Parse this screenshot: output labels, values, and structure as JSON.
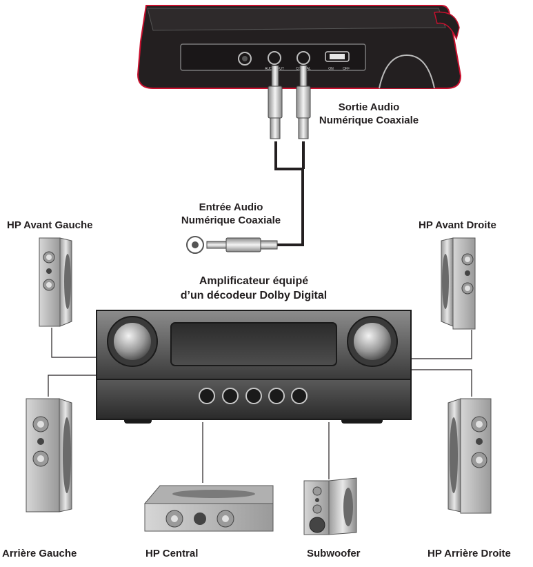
{
  "labels": {
    "sortie_audio_line1": "Sortie Audio",
    "sortie_audio_line2": "Numérique Coaxiale",
    "entree_audio_line1": "Entrée Audio",
    "entree_audio_line2": "Numérique Coaxiale",
    "amplifier_line1": "Amplificateur équipé",
    "amplifier_line2": "d’un décodeur Dolby Digital",
    "front_left": "HP Avant Gauche",
    "front_right": "HP Avant Droite",
    "rear_left": "Arrière Gauche",
    "rear_right": "HP Arrière Droite",
    "center": "HP Central",
    "subwoofer": "Subwoofer"
  },
  "player_panel": {
    "jack1": "AUDIO OUT",
    "jack2": "COAXIAL",
    "switch_on": "ON",
    "switch_off": "OFF"
  },
  "colors": {
    "player_body": "#231f20",
    "player_trim": "#c8102e",
    "amp_body": "#4a4a4a",
    "speaker_face": "#b8b8b8",
    "cable": "#231f20",
    "text": "#231f20"
  }
}
